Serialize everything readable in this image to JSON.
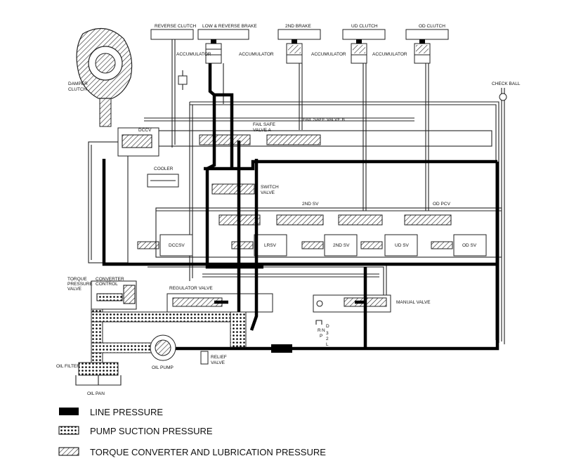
{
  "labels": {
    "reverse_clutch": "REVERSE CLUTCH",
    "low_reverse_brake": "LOW & REVERSE BRAKE",
    "second_brake": "2ND BRAKE",
    "ud_clutch": "UD CLUTCH",
    "od_clutch": "OD CLUTCH",
    "accumulator": "ACCUMULATOR",
    "damper_clutch_1": "DAMPER",
    "damper_clutch_2": "CLUTCH",
    "check_ball": "CHECK BALL",
    "fail_safe_a_1": "FAIL SAFE",
    "fail_safe_a_2": "VALVE A",
    "fail_safe_b": "FAIL SAFE VALVE B",
    "dccv": "DCCV",
    "cooler": "COOLER",
    "switch_valve_1": "SWITCH",
    "switch_valve_2": "VALVE",
    "second_sv": "2ND SV",
    "od_pcv": "OD PCV",
    "dccsv": "DCCSV",
    "lrsv": "LRSV",
    "second_sv_box": "2ND SV",
    "ud_sv": "UD SV",
    "od_sv": "OD SV",
    "torque_pressure_1": "TORQUE",
    "torque_pressure_2": "PRESSURE",
    "torque_pressure_3": "VALVE",
    "converter_control_1": "CONVERTER",
    "converter_control_2": "CONTROL",
    "regulator_valve": "REGULATOR VALVE",
    "manual_valve": "MANUAL VALVE",
    "oil_filter": "OIL FILTER",
    "oil_pump": "OIL PUMP",
    "relief_1": "RELIEF",
    "relief_2": "VALVE",
    "oil_pan": "OIL PAN",
    "gear_r": "R",
    "gear_n": "N",
    "gear_d": "D",
    "gear_p": "P",
    "gear_3": "3",
    "gear_2": "2",
    "gear_l": "L"
  },
  "legend": {
    "line_pressure": "LINE PRESSURE",
    "pump_suction": "PUMP SUCTION PRESSURE",
    "torque_converter": "TORQUE CONVERTER AND LUBRICATION PRESSURE"
  }
}
